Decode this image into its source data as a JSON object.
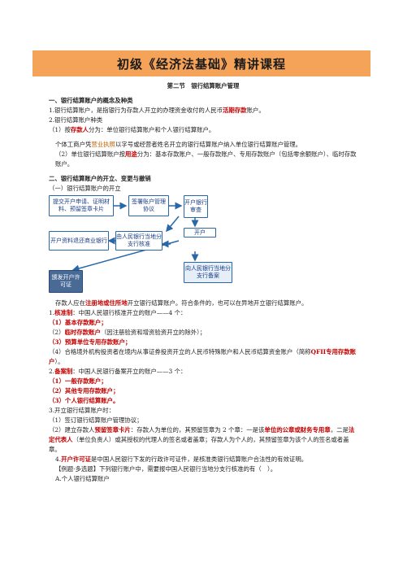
{
  "banner": "初级《经济法基础》精讲课程",
  "section_title": "第二节　银行结算账户管理",
  "h1": "一、银行结算账户的概念及种类",
  "p1": {
    "a": "1.银行结算账户，是指银行为存款人开立的办理资金收付的人民币",
    "hl": "活期存款",
    "b": "账户。"
  },
  "p2": "2.银行结算账户种类",
  "p3": {
    "a": "（1）按",
    "hl": "存款人",
    "b": "分为：单位银行结算账户和个人银行结算账户。"
  },
  "p4": {
    "a": "个体工商户凭",
    "hl": "营业执照",
    "b": "以字号或经营者姓名开立的银行结算账户纳入单位银行结算账户管理。"
  },
  "p5": {
    "a": "（2）单位银行结算账户按",
    "hl": "用途",
    "b": "分为：基本存款账户、一般存款账户、专用存款账户（包括零余额账户）、临时存款账户。"
  },
  "h2": "二、银行结算账户的开立、变更与撤销",
  "h2_sub": "（一）银行结算账户的开立",
  "flow": {
    "submit": "提交开户申请、证明材料、预留签章卡片",
    "sign": "签署账户管理协议",
    "review": "开户银行审查",
    "return": "开户资料退还商业银行",
    "approve": "由人民银行当地分支行核准",
    "open": "开户",
    "license": "颁发开户许可证",
    "filing": "向人民银行当地分支行备案"
  },
  "p6": {
    "a": "存款人应在",
    "hl": "注册地或住所地",
    "b": "开立银行结算账户。符合条件的，也可以在异地开立银行结算账户。"
  },
  "p7": {
    "a": "1.",
    "hl": "核准制",
    "b": "：中国人民银行核准开立的账户——4 个："
  },
  "k1": "（1）基本存款账户；",
  "k2": {
    "a": "（2）",
    "hl": "临时存款账户",
    "b": "（因注册验资和增资验资开立的除外）；"
  },
  "k3": "（3）预算单位专用存款账户；",
  "k4": {
    "a": "（4）合格境外机构投资者在境内从事证券投资开立的人民币特殊账户和人民币结算资金账户（简称",
    "hl": "QFII专用存款账户",
    "b": "）。"
  },
  "p8": {
    "a": "2.",
    "hl": "备案制",
    "b": "：中国人民银行备案开立的账户——3 个："
  },
  "r1": "（1）一般存款账户；",
  "r2": "（2）其他专用存款账户；",
  "r3": "（3）个人银行结算账户。",
  "p9": "3.开立银行结算账户时：",
  "s1": "（1）签订银行结算账户管理协议；",
  "s2": {
    "a": "（2）建立存款人",
    "hl1": "预留签章卡片",
    "b": "：存款人为单位的，其预留签章为 2 个章：一是该",
    "hl2": "单位的公章或财务专用章",
    "c": "，二是",
    "hl3": "法定代表人",
    "d": "（单位负责人）或其授权的代理人的签名或者盖章；存款人为个人的，其预留签章为该个人的签名或者盖章。"
  },
  "p10": {
    "a": "4.",
    "hl": "开户许可证",
    "b": "是中国人民银行下发的行政许可证件，是核准类银行结算账户合法性的有效证明。"
  },
  "ex": "【例题·多选题】下列银行账户中，需要报中国人民银行当地分支行核准的有（　）。",
  "exA": "A.个人银行结算账户"
}
